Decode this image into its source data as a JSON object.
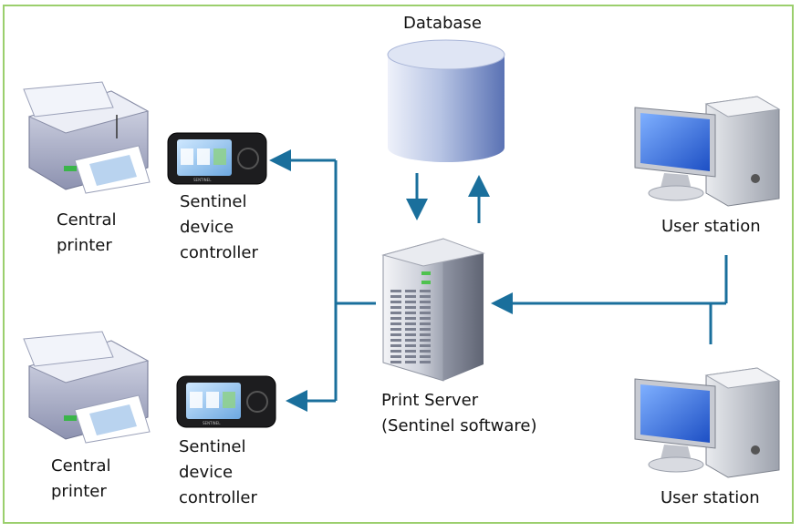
{
  "nodes": {
    "database": {
      "label": "Database"
    },
    "print_server": {
      "lines": [
        "Print Server",
        "(Sentinel software)"
      ]
    },
    "printer_top": {
      "lines": [
        "Central",
        "printer"
      ]
    },
    "printer_bottom": {
      "lines": [
        "Central",
        "printer"
      ]
    },
    "controller_top": {
      "lines": [
        "Sentinel",
        "device",
        "controller"
      ],
      "screen_text": "SENTINEL"
    },
    "controller_bottom": {
      "lines": [
        "Sentinel",
        "device",
        "controller"
      ],
      "screen_text": "SENTINEL"
    },
    "station_top": {
      "label": "User station"
    },
    "station_bottom": {
      "label": "User station"
    }
  },
  "colors": {
    "connector": "#1a6f9c",
    "frame": "#9bcf6d"
  },
  "icons": [
    "database-cylinder-icon",
    "server-tower-icon",
    "printer-icon",
    "device-controller-icon",
    "desktop-computer-icon"
  ]
}
